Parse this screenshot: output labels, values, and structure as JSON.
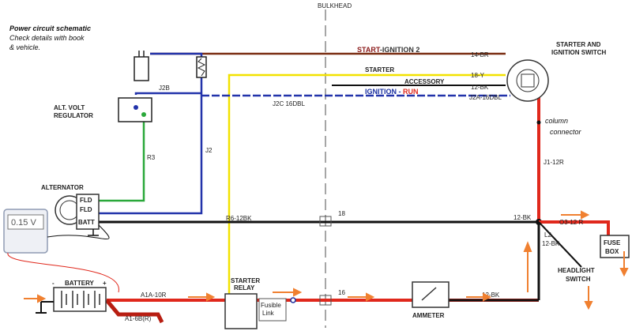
{
  "notes": {
    "line1": "Power circuit schematic",
    "line2": "Check details with book",
    "line3": "& vehicle."
  },
  "components": {
    "bulkhead": "BULKHEAD",
    "starter_switch_1": "STARTER AND",
    "starter_switch_2": "IGNITION SWITCH",
    "regulator_1": "ALT. VOLT",
    "regulator_2": "REGULATOR",
    "alternator": "ALTERNATOR",
    "fld1": "FLD",
    "fld2": "FLD",
    "batt": "BATT",
    "battery": "BATTERY",
    "battery_minus": "-",
    "battery_plus": "+",
    "starter_relay_1": "STARTER",
    "starter_relay_2": "RELAY",
    "fusible_1": "Fusible",
    "fusible_2": "Link",
    "ammeter": "AMMETER",
    "fuse_box_1": "FUSE",
    "fuse_box_2": "BOX",
    "headlight_1": "HEADLIGHT",
    "headlight_2": "SWITCH",
    "column_1": "column",
    "column_2": "connector",
    "meter_value": "0.15 V"
  },
  "wires": {
    "start_prefix": "START",
    "start_suffix": "-IGNITION 2",
    "starter": "STARTER",
    "accessory": "ACCESSORY",
    "ignition_prefix": "IGNITION",
    "ignition_sep": " - ",
    "ignition_suffix": "RUN",
    "w_14br": "14-BR",
    "w_18y": "18-Y",
    "w_12bk_acc": "12-BK",
    "w_j2a": "J2A-16DBL",
    "w_j2b": "J2B",
    "w_j2c": "J2C 16DBL",
    "w_j2": "J2",
    "w_r3": "R3",
    "w_r6": "R6-12BK",
    "w_12bk_main": "12-BK",
    "w_j1": "J1-12R",
    "w_o3": "O3-12 R",
    "w_l2": "L2",
    "w_12bk_l2": "12-BK",
    "w_a1a": "A1A-10R",
    "w_a1": "A1-6B(R)",
    "w_12bk_amm": "12-BK",
    "conn_18": "18",
    "conn_16": "16"
  },
  "colors": {
    "brown": "#7a2e12",
    "yellow": "#f2e200",
    "blue": "#2233aa",
    "green": "#2aa83a",
    "red": "#e0281c",
    "black": "#111111",
    "orange": "#f08030"
  }
}
